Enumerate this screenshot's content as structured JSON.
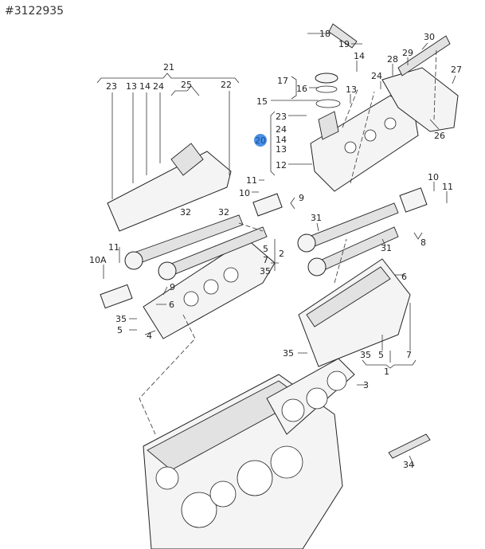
{
  "title": "#3122935",
  "highlight": {
    "label": "20",
    "color": "#4a90e2"
  },
  "callouts": [
    "21",
    "23",
    "13",
    "14",
    "24",
    "25",
    "22",
    "18",
    "19",
    "14",
    "28",
    "29",
    "30",
    "27",
    "24",
    "17",
    "16",
    "13",
    "15",
    "23",
    "24",
    "14",
    "13",
    "12",
    "26",
    "11",
    "10",
    "9",
    "32",
    "32",
    "10",
    "11",
    "31",
    "31",
    "8",
    "5",
    "2",
    "7",
    "35",
    "11",
    "10A",
    "9",
    "6",
    "6",
    "35",
    "5",
    "4",
    "35",
    "35",
    "5",
    "7",
    "1",
    "3",
    "34"
  ]
}
